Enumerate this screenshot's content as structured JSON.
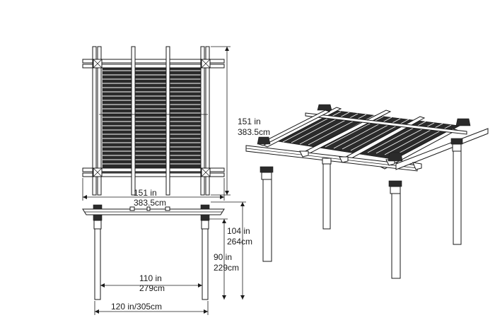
{
  "top_view": {
    "width_in": "151 in",
    "width_cm": "383.5cm",
    "depth_in": "151 in",
    "depth_cm": "383.5cm"
  },
  "side_view": {
    "height_in": "104 in",
    "height_cm": "264cm",
    "clearance_in": "90 in",
    "clearance_cm": "229cm",
    "post_spacing_in": "110 in",
    "post_spacing_cm": "279cm",
    "overall_width": "120 in/305cm"
  }
}
